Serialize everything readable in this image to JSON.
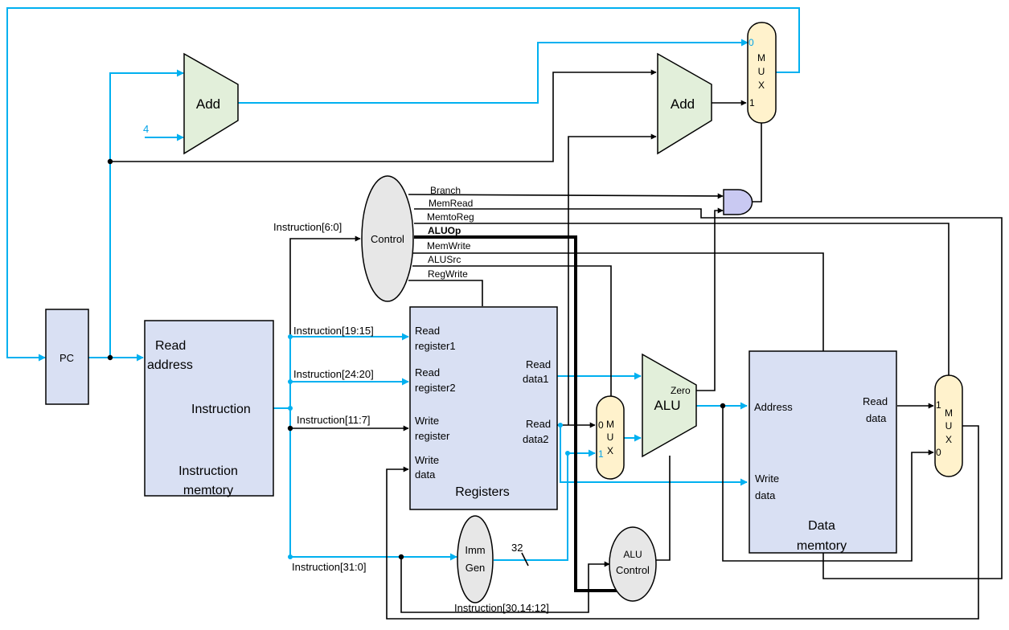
{
  "colors": {
    "wire_black": "#000000",
    "wire_blue": "#00b0f0",
    "block_fill": "#d9e0f3",
    "adder_fill": "#e2efda",
    "mux_fill": "#fff2cc",
    "control_fill": "#e7e7e7",
    "and_gate_fill": "#c9c9f2"
  },
  "pc": {
    "label": "PC"
  },
  "adder_top": {
    "label": "Add",
    "const_input": "4"
  },
  "adder_branch": {
    "label": "Add"
  },
  "pc_mux": {
    "letters": [
      "M",
      "U",
      "X"
    ],
    "input0": "0",
    "input1": "1"
  },
  "control": {
    "label": "Control",
    "signals": [
      "Branch",
      "MemRead",
      "MemtoReg",
      "ALUOp",
      "MemWrite",
      "ALUSrc",
      "RegWrite"
    ]
  },
  "instruction_memory": {
    "read_address_line1": "Read",
    "read_address_line2": "address",
    "instruction": "Instruction",
    "title_line1": "Instruction",
    "title_line2": "memtory"
  },
  "registers": {
    "read_reg1_line1": "Read",
    "read_reg1_line2": "register1",
    "read_reg2_line1": "Read",
    "read_reg2_line2": "register2",
    "write_reg_line1": "Write",
    "write_reg_line2": "register",
    "write_data_line1": "Write",
    "write_data_line2": "data",
    "read_data1_line1": "Read",
    "read_data1_line2": "data1",
    "read_data2_line1": "Read",
    "read_data2_line2": "data2",
    "title": "Registers"
  },
  "instr_fields": {
    "f6_0": "Instruction[6:0]",
    "f19_15": "Instruction[19:15]",
    "f24_20": "Instruction[24:20]",
    "f11_7": "Instruction[11:7]",
    "f31_0": "Instruction[31:0]",
    "f30_14_12": "Instruction[30,14:12]"
  },
  "imm_gen": {
    "line1": "Imm",
    "line2": "Gen",
    "width_label": "32"
  },
  "alu_mux": {
    "letters": [
      "M",
      "U",
      "X"
    ],
    "input0": "0",
    "input1": "1"
  },
  "alu": {
    "label": "ALU",
    "zero": "Zero"
  },
  "alu_control": {
    "line1": "ALU",
    "line2": "Control"
  },
  "data_memory": {
    "address": "Address",
    "write_data_line1": "Write",
    "write_data_line2": "data",
    "read_data_line1": "Read",
    "read_data_line2": "data",
    "title_line1": "Data",
    "title_line2": "memtory"
  },
  "wb_mux": {
    "letters": [
      "M",
      "U",
      "X"
    ],
    "input1": "1",
    "input0": "0"
  }
}
